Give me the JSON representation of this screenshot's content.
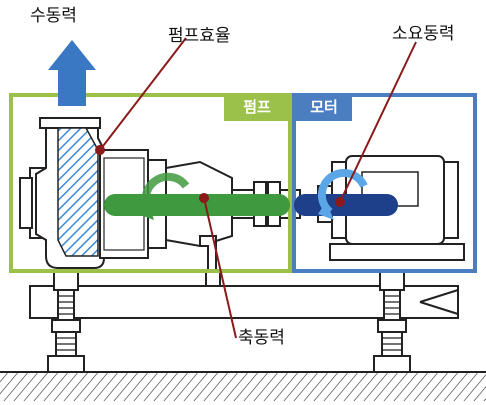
{
  "labels": {
    "hydraulic_power": "수동력",
    "pump_efficiency": "펌프효율",
    "required_power": "소요동력",
    "shaft_power": "축동력"
  },
  "boxes": {
    "pump": {
      "tag": "펌프",
      "color": "#9bc14a"
    },
    "motor": {
      "tag": "모터",
      "color": "#4a7ec0"
    }
  },
  "colors": {
    "outline": "#222222",
    "green_arrow": "#3f9a3f",
    "blue_arrow": "#1e3f8a",
    "light_blue": "#5ba6e6",
    "flow_arrow": "#3b78c4",
    "leader_line": "#8b1a1a"
  }
}
